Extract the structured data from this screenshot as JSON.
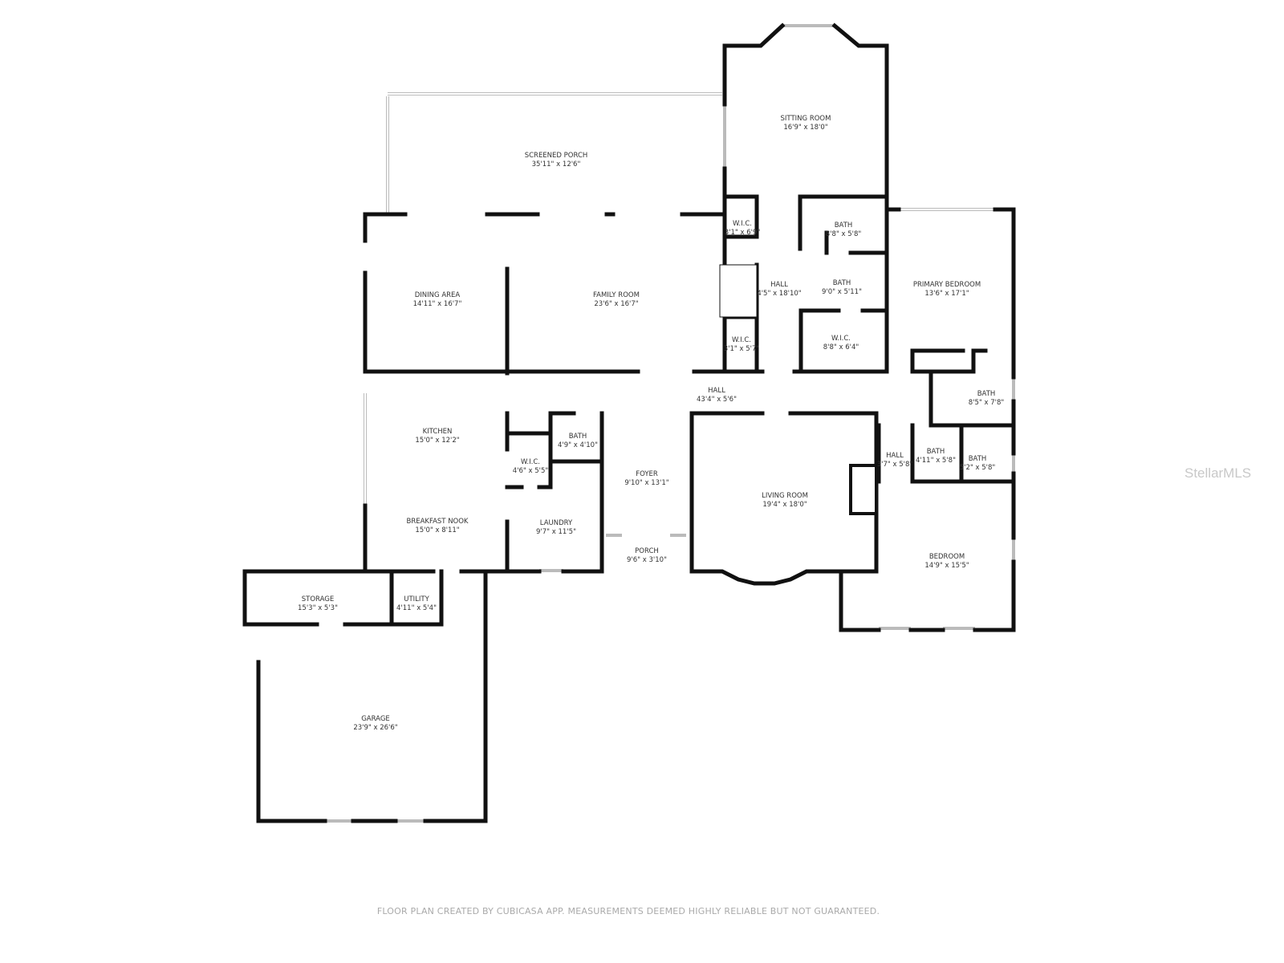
{
  "rooms": [
    {
      "name": "SCREENED PORCH",
      "dims": "35'11\" x 12'6\""
    },
    {
      "name": "SITTING ROOM",
      "dims": "16'9\" x 18'0\""
    },
    {
      "name": "W.I.C.",
      "dims": "3'1\" x 6'9\""
    },
    {
      "name": "BATH",
      "dims": "8'8\" x 5'8\""
    },
    {
      "name": "DINING AREA",
      "dims": "14'11\" x 16'7\""
    },
    {
      "name": "FAMILY ROOM",
      "dims": "23'6\" x 16'7\""
    },
    {
      "name": "HALL",
      "dims": "4'5\" x 18'10\""
    },
    {
      "name": "BATH",
      "dims": "9'0\" x 5'11\""
    },
    {
      "name": "PRIMARY BEDROOM",
      "dims": "13'6\" x 17'1\""
    },
    {
      "name": "W.I.C.",
      "dims": "3'1\" x 5'7\""
    },
    {
      "name": "W.I.C.",
      "dims": "8'8\" x 6'4\""
    },
    {
      "name": "HALL",
      "dims": "43'4\" x 5'6\""
    },
    {
      "name": "BATH",
      "dims": "8'5\" x 7'8\""
    },
    {
      "name": "KITCHEN",
      "dims": "15'0\" x 12'2\""
    },
    {
      "name": "BATH",
      "dims": "4'9\" x 4'10\""
    },
    {
      "name": "W.I.C.",
      "dims": "4'6\" x 5'5\""
    },
    {
      "name": "FOYER",
      "dims": "9'10\" x 13'1\""
    },
    {
      "name": "HALL",
      "dims": "3'7\" x 5'8\""
    },
    {
      "name": "BATH",
      "dims": "4'11\" x 5'8\""
    },
    {
      "name": "BATH",
      "dims": "5'2\" x 5'8\""
    },
    {
      "name": "LIVING ROOM",
      "dims": "19'4\" x 18'0\""
    },
    {
      "name": "BREAKFAST NOOK",
      "dims": "15'0\" x 8'11\""
    },
    {
      "name": "LAUNDRY",
      "dims": "9'7\" x 11'5\""
    },
    {
      "name": "PORCH",
      "dims": "9'6\" x 3'10\""
    },
    {
      "name": "BEDROOM",
      "dims": "14'9\" x 15'5\""
    },
    {
      "name": "STORAGE",
      "dims": "15'3\" x 5'3\""
    },
    {
      "name": "UTILITY",
      "dims": "4'11\" x 5'4\""
    },
    {
      "name": "GARAGE",
      "dims": "23'9\" x 26'6\""
    }
  ],
  "watermark": "StellarMLS",
  "footer": "FLOOR PLAN CREATED BY CUBICASA APP. MEASUREMENTS DEEMED HIGHLY RELIABLE BUT NOT GUARANTEED.",
  "colors": {
    "wall": "#111111",
    "window": "#bbbbbb",
    "text": "#333333"
  }
}
